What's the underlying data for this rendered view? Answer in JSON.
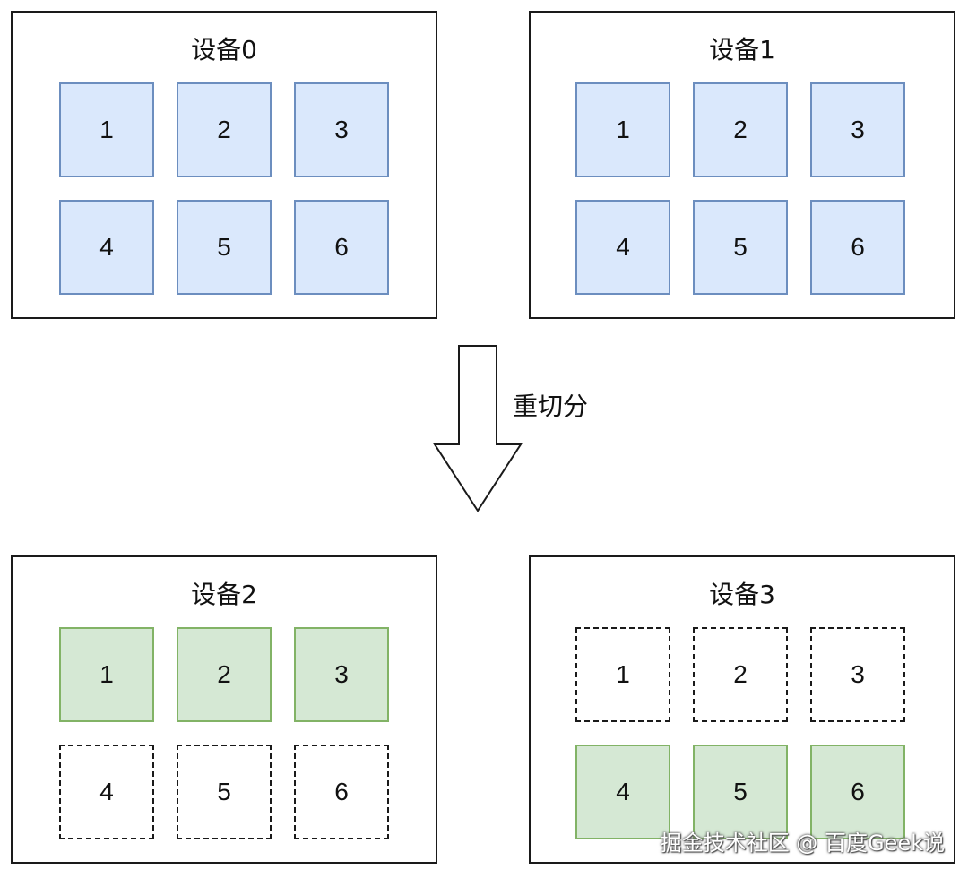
{
  "devices": [
    {
      "title": "设备0",
      "blocks": [
        {
          "label": "1",
          "state": "blue"
        },
        {
          "label": "2",
          "state": "blue"
        },
        {
          "label": "3",
          "state": "blue"
        },
        {
          "label": "4",
          "state": "blue"
        },
        {
          "label": "5",
          "state": "blue"
        },
        {
          "label": "6",
          "state": "blue"
        }
      ]
    },
    {
      "title": "设备1",
      "blocks": [
        {
          "label": "1",
          "state": "blue"
        },
        {
          "label": "2",
          "state": "blue"
        },
        {
          "label": "3",
          "state": "blue"
        },
        {
          "label": "4",
          "state": "blue"
        },
        {
          "label": "5",
          "state": "blue"
        },
        {
          "label": "6",
          "state": "blue"
        }
      ]
    },
    {
      "title": "设备2",
      "blocks": [
        {
          "label": "1",
          "state": "green"
        },
        {
          "label": "2",
          "state": "green"
        },
        {
          "label": "3",
          "state": "green"
        },
        {
          "label": "4",
          "state": "empty"
        },
        {
          "label": "5",
          "state": "empty"
        },
        {
          "label": "6",
          "state": "empty"
        }
      ]
    },
    {
      "title": "设备3",
      "blocks": [
        {
          "label": "1",
          "state": "empty"
        },
        {
          "label": "2",
          "state": "empty"
        },
        {
          "label": "3",
          "state": "empty"
        },
        {
          "label": "4",
          "state": "green"
        },
        {
          "label": "5",
          "state": "green"
        },
        {
          "label": "6",
          "state": "green"
        }
      ]
    }
  ],
  "arrow": {
    "label": "重切分"
  },
  "watermark": "掘金技术社区 @ 百度Geek说",
  "colors": {
    "blue_fill": "#dae8fc",
    "blue_border": "#6c8ebf",
    "green_fill": "#d5e8d4",
    "green_border": "#82b366",
    "line": "#1a1a1a"
  }
}
